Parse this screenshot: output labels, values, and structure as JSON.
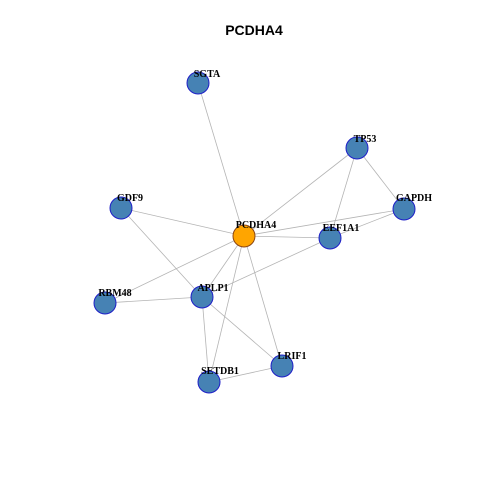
{
  "title": "PCDHA4",
  "colors": {
    "query_node": "#FFA500",
    "query_border": "#8B4513",
    "node": "#4682B4",
    "node_border": "#1E1EC8",
    "edge": "#B4B4B4"
  },
  "nodes": [
    {
      "id": "PCDHA4",
      "label": "PCDHA4",
      "query": true
    },
    {
      "id": "SGTA",
      "label": "SGTA"
    },
    {
      "id": "TP53",
      "label": "TP53"
    },
    {
      "id": "GAPDH",
      "label": "GAPDH"
    },
    {
      "id": "GDF9",
      "label": "GDF9"
    },
    {
      "id": "EEF1A1",
      "label": "EEF1A1"
    },
    {
      "id": "RBM48",
      "label": "RBM48"
    },
    {
      "id": "APLP1",
      "label": "APLP1"
    },
    {
      "id": "LRIF1",
      "label": "LRIF1"
    },
    {
      "id": "SETDB1",
      "label": "SETDB1"
    }
  ],
  "edges": [
    [
      "PCDHA4",
      "SGTA"
    ],
    [
      "PCDHA4",
      "TP53"
    ],
    [
      "PCDHA4",
      "GAPDH"
    ],
    [
      "PCDHA4",
      "EEF1A1"
    ],
    [
      "PCDHA4",
      "GDF9"
    ],
    [
      "PCDHA4",
      "RBM48"
    ],
    [
      "PCDHA4",
      "APLP1"
    ],
    [
      "PCDHA4",
      "SETDB1"
    ],
    [
      "PCDHA4",
      "LRIF1"
    ],
    [
      "TP53",
      "GAPDH"
    ],
    [
      "TP53",
      "EEF1A1"
    ],
    [
      "GAPDH",
      "EEF1A1"
    ],
    [
      "GDF9",
      "APLP1"
    ],
    [
      "EEF1A1",
      "APLP1"
    ],
    [
      "APLP1",
      "RBM48"
    ],
    [
      "APLP1",
      "SETDB1"
    ],
    [
      "APLP1",
      "LRIF1"
    ],
    [
      "SETDB1",
      "LRIF1"
    ]
  ]
}
